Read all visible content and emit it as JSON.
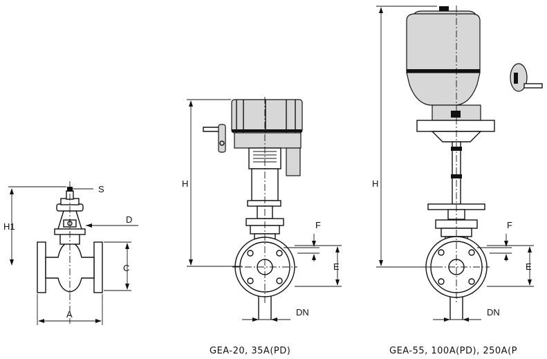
{
  "valve1": {
    "dims": {
      "s": "S",
      "h1": "H1",
      "d": "D",
      "c": "C",
      "a": "A"
    }
  },
  "valve2": {
    "dims": {
      "h": "H",
      "f": "F",
      "e": "E",
      "dn": "DN"
    },
    "caption": "GEA-20, 35A(PD)"
  },
  "valve3": {
    "dims": {
      "h": "H",
      "f": "F",
      "e": "E",
      "dn": "DN"
    },
    "caption": "GEA-55, 100A(PD), 250A(P"
  }
}
